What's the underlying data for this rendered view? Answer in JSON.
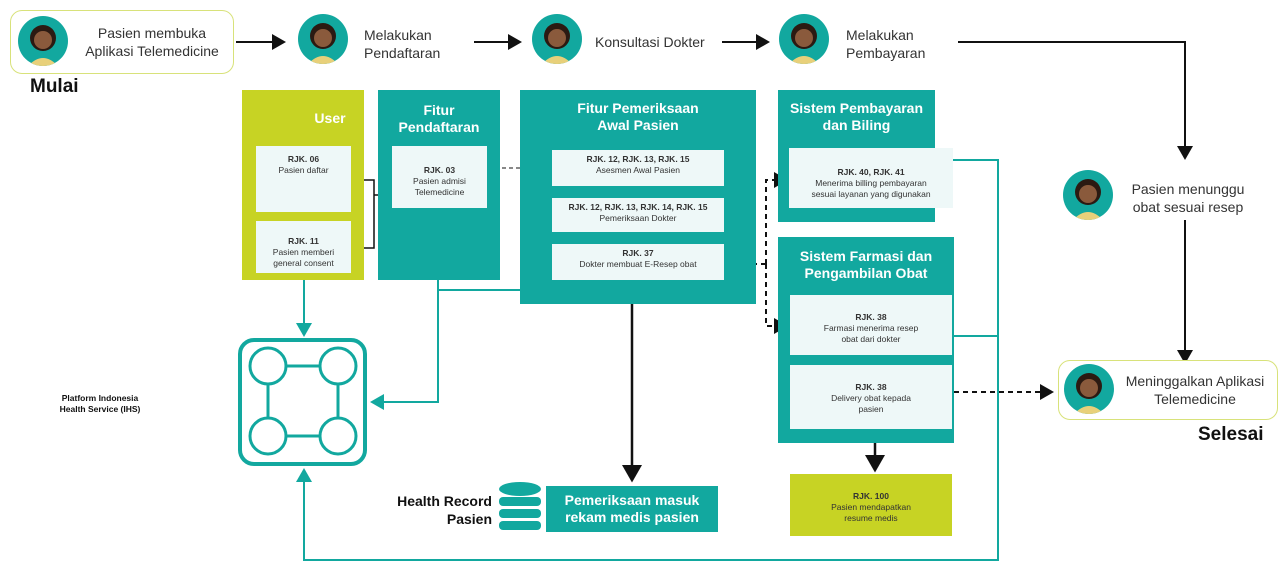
{
  "steps": {
    "s1": "Pasien membuka\nAplikasi Telemedicine",
    "s2": "Melakukan\nPendaftaran",
    "s3": "Konsultasi Dokter",
    "s4": "Melakukan\nPembayaran",
    "s5": "Pasien menunggu\nobat sesuai resep",
    "s6": "Meninggalkan Aplikasi\nTelemedicine"
  },
  "start_label": "Mulai",
  "end_label": "Selesai",
  "blocks": {
    "user": {
      "title": "User",
      "c1_code": "RJK. 06",
      "c1_text": "Pasien daftar",
      "c2_code": "RJK. 11",
      "c2_text": "Pasien memberi\ngeneral consent"
    },
    "registration": {
      "title": "Fitur\nPendaftaran",
      "c1_code": "RJK. 03",
      "c1_text": "Pasien admisi\nTelemedicine"
    },
    "exam": {
      "title": "Fitur Pemeriksaan\nAwal Pasien",
      "c1_code": "RJK. 12, RJK. 13, RJK. 15",
      "c1_text": "Asesmen Awal Pasien",
      "c2_code": "RJK. 12, RJK. 13, RJK. 14, RJK. 15",
      "c2_text": "Pemeriksaan Dokter",
      "c3_code": "RJK. 37",
      "c3_text": "Dokter membuat E-Resep obat"
    },
    "billing": {
      "title": "Sistem Pembayaran\ndan Biling",
      "c1_code": "RJK. 40, RJK. 41",
      "c1_text": "Menerima billing pembayaran\nsesuai layanan yang digunakan"
    },
    "pharmacy": {
      "title": "Sistem Farmasi dan\nPengambilan Obat",
      "c1_code": "RJK. 38",
      "c1_text": "Farmasi menerima resep\nobat dari dokter",
      "c2_code": "RJK. 38",
      "c2_text": "Delivery obat kepada\npasien"
    },
    "resume": {
      "code": "RJK. 100",
      "text": "Pasien mendapatkan\nresume medis"
    },
    "record": {
      "label": "Pemeriksaan masuk\nrekam medis pasien"
    }
  },
  "platform_label": "Platform Indonesia\nHealth Service (IHS)",
  "health_record_label": "Health Record\nPasien",
  "colors": {
    "teal": "#12a89f",
    "lime": "#c7d324",
    "card": "#eef8f8"
  }
}
